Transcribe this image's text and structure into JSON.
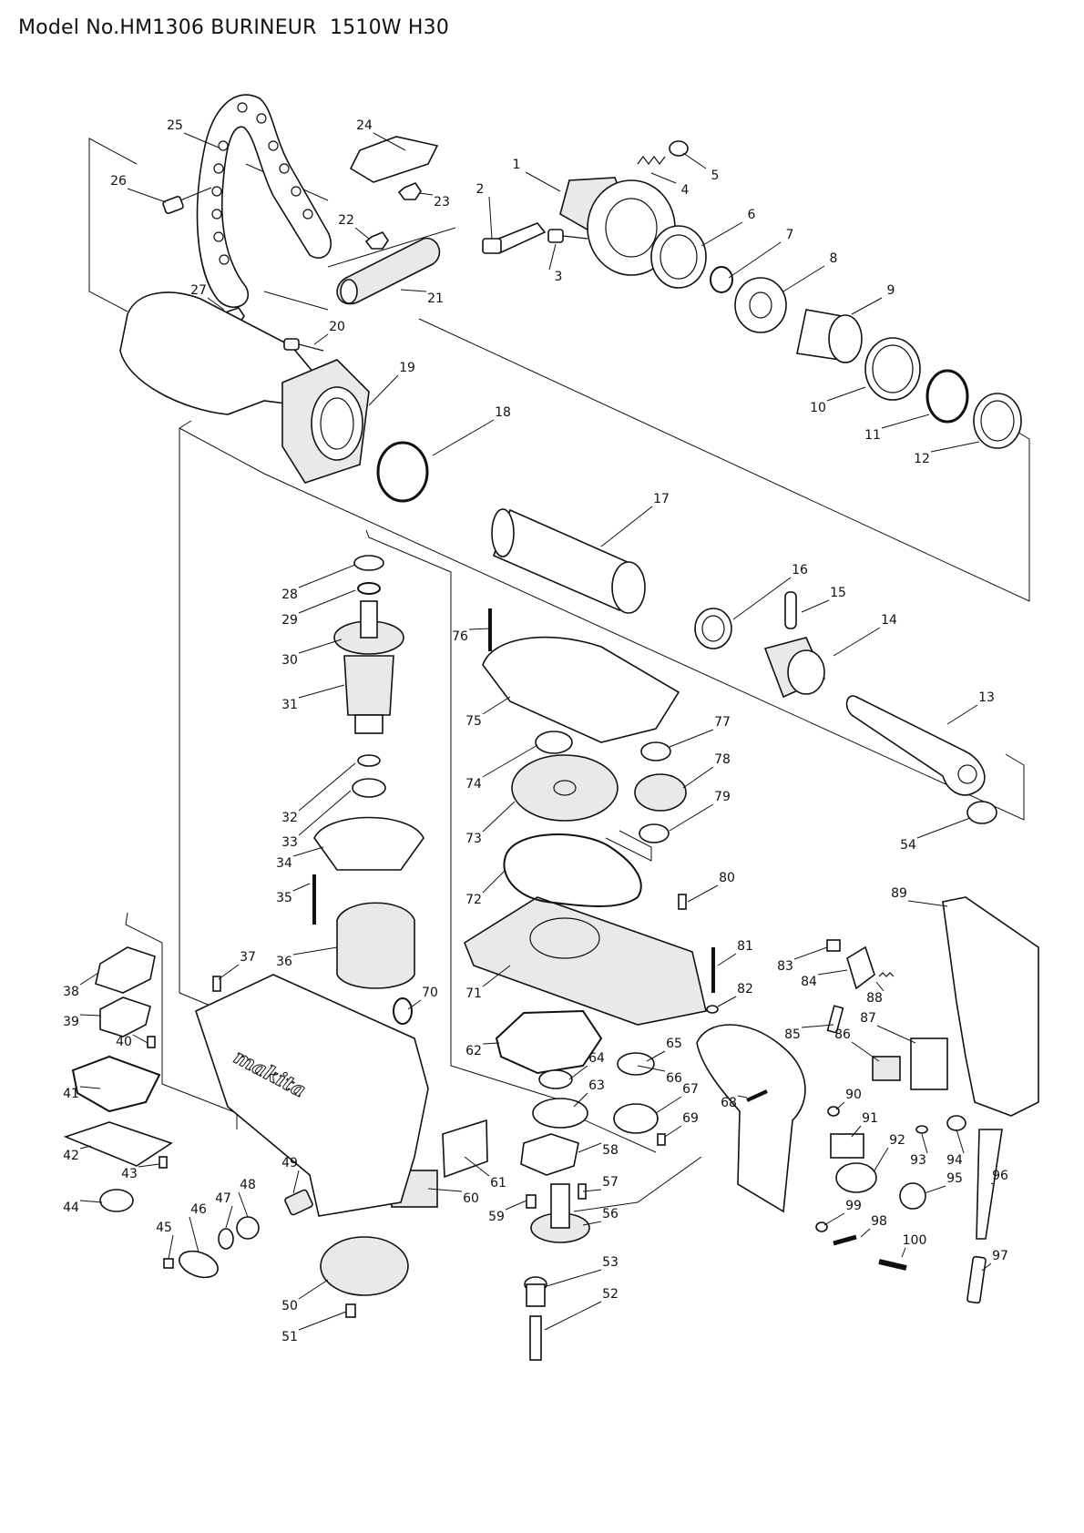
{
  "title": "Model No.HM1306 BURINEUR  1510W H30",
  "brand_mark": "makita",
  "callouts": [
    "1",
    "2",
    "3",
    "4",
    "5",
    "6",
    "7",
    "8",
    "9",
    "10",
    "11",
    "12",
    "13",
    "14",
    "15",
    "16",
    "17",
    "18",
    "19",
    "20",
    "21",
    "22",
    "23",
    "24",
    "25",
    "26",
    "27",
    "28",
    "29",
    "30",
    "31",
    "32",
    "33",
    "34",
    "35",
    "36",
    "37",
    "38",
    "39",
    "40",
    "41",
    "42",
    "43",
    "44",
    "45",
    "46",
    "47",
    "48",
    "49",
    "50",
    "51",
    "52",
    "53",
    "54",
    "56",
    "57",
    "58",
    "59",
    "60",
    "61",
    "62",
    "63",
    "64",
    "65",
    "66",
    "67",
    "68",
    "69",
    "70",
    "71",
    "72",
    "73",
    "74",
    "75",
    "76",
    "77",
    "78",
    "79",
    "80",
    "81",
    "82",
    "83",
    "84",
    "85",
    "86",
    "87",
    "88",
    "89",
    "90",
    "91",
    "92",
    "93",
    "94",
    "95",
    "96",
    "97",
    "98",
    "99",
    "100"
  ]
}
